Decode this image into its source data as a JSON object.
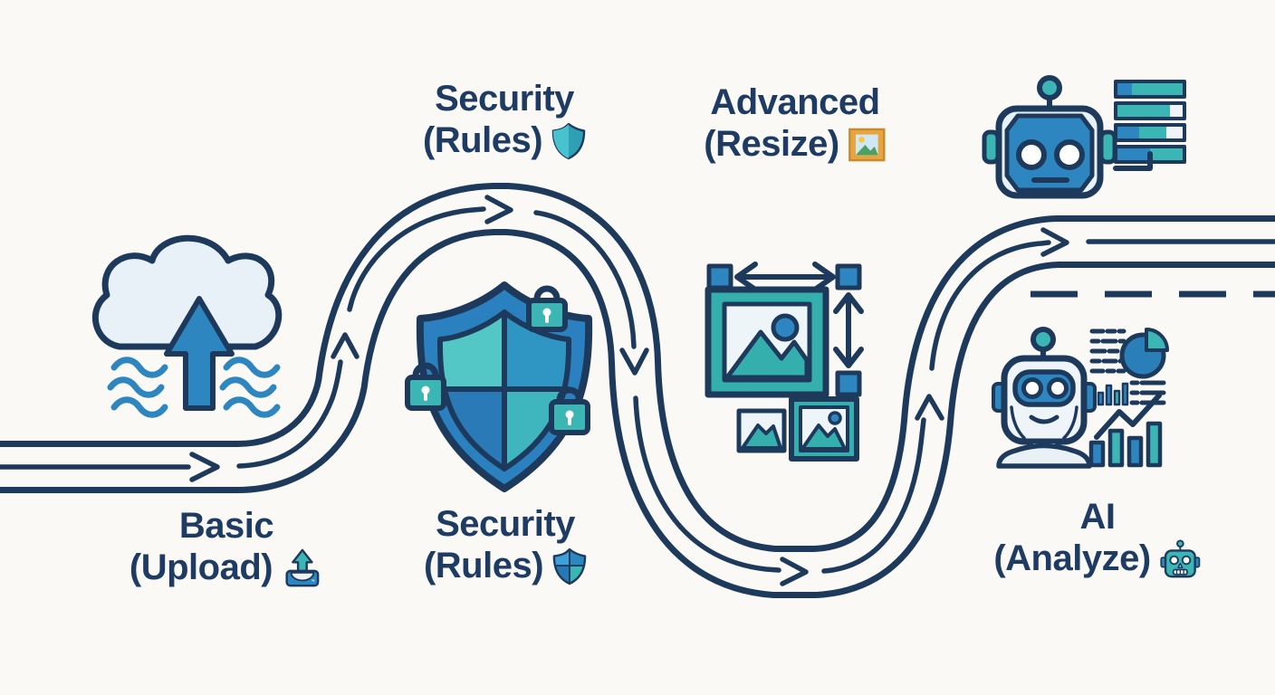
{
  "colors": {
    "background": "#fbf9f6",
    "road_navy": "#1d3a5c",
    "text_navy": "#1e3c63",
    "accent_blue": "#2e86c1",
    "accent_teal": "#3cb5b5",
    "light_fill": "#e9f1f8"
  },
  "stages": {
    "security_top": {
      "title": "Security",
      "subtitle": "(Rules)",
      "icon": "shield-icon"
    },
    "advanced_top": {
      "title": "Advanced",
      "subtitle": "(Resize)",
      "icon": "framed-picture-icon"
    },
    "basic_bottom": {
      "title": "Basic",
      "subtitle": "(Upload)",
      "icon": "upload-tray-icon"
    },
    "security_bottom": {
      "title": "Security",
      "subtitle": "(Rules)",
      "icon": "shield-icon"
    },
    "ai_bottom": {
      "title": "AI",
      "subtitle": "(Analyze)",
      "icon": "robot-icon"
    }
  },
  "waypoint_icons": [
    "cloud-upload-icon",
    "shield-locks-icon",
    "image-resize-icon",
    "robot-data-stack-icon",
    "robot-analytics-icon"
  ]
}
